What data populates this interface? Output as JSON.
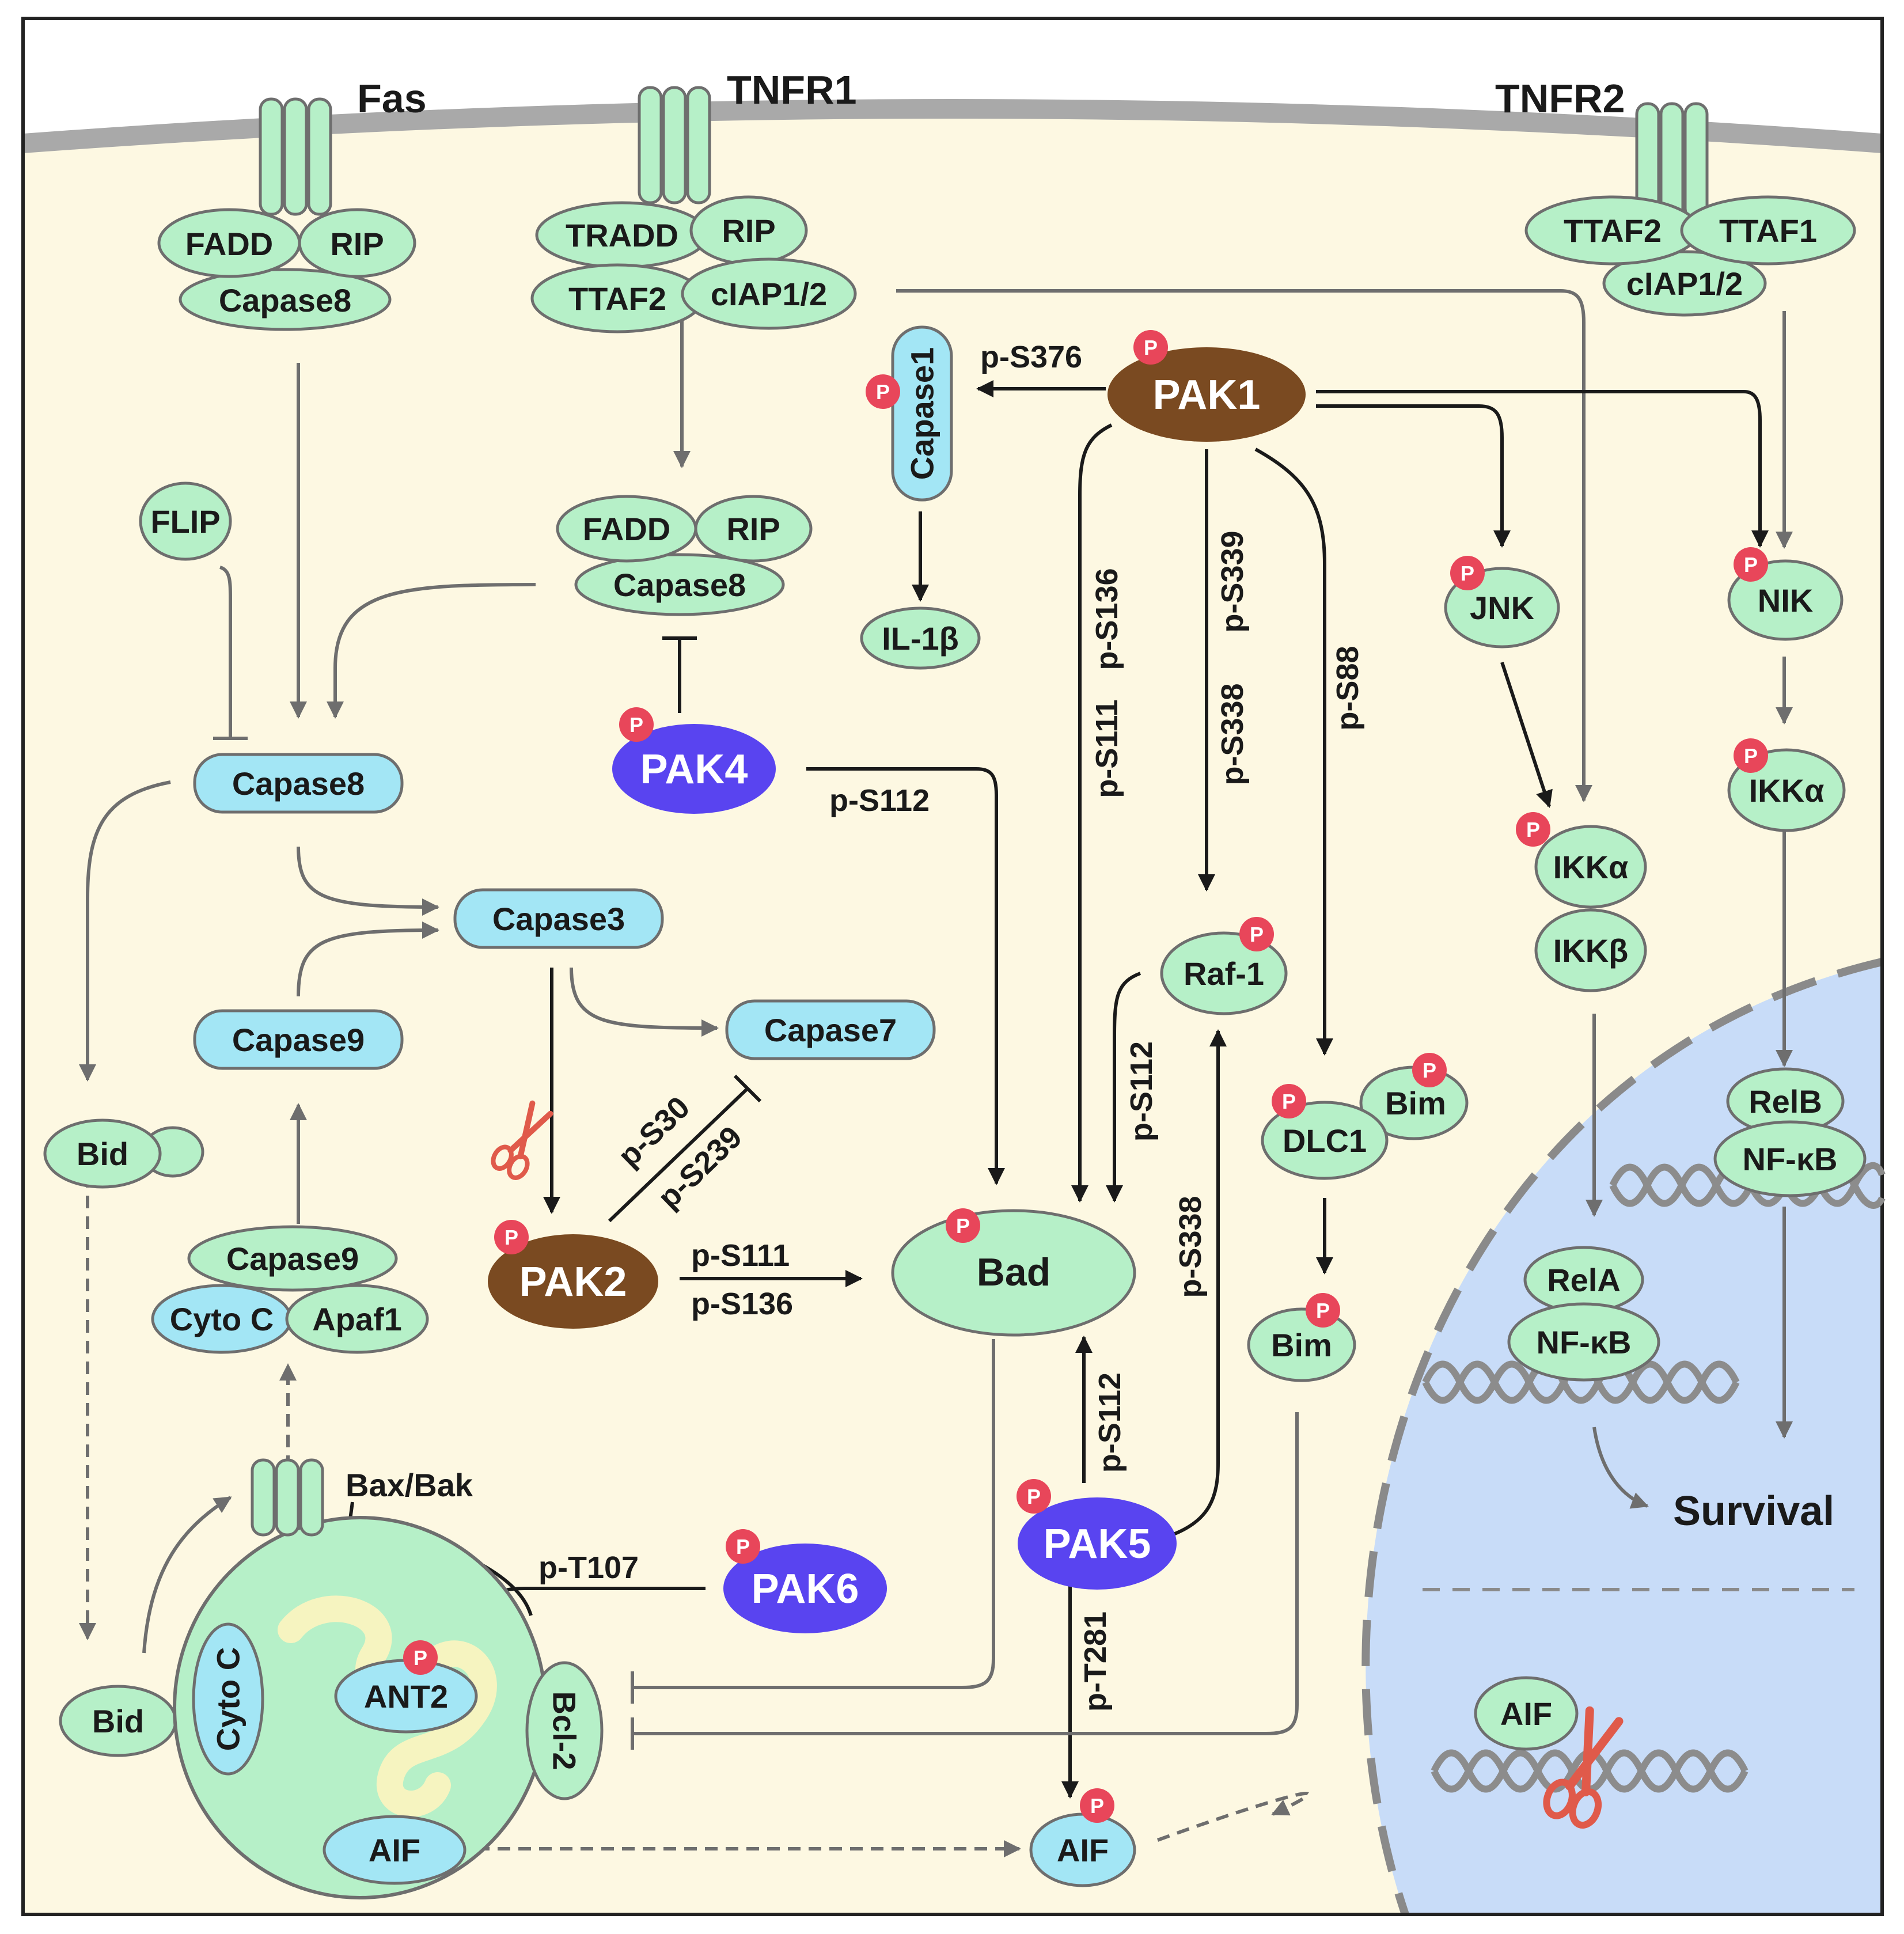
{
  "colors": {
    "cytoplasm": "#fdf8e2",
    "membrane": "#a9a9a9",
    "nucleus": "#c8dcf8",
    "green_protein": "#b6f0c8",
    "blue_protein": "#a3e6f5",
    "pak_brown": "#7a4a21",
    "pak_purple": "#5944f0",
    "phospho": "#e8465a"
  },
  "receptors": {
    "fas": "Fas",
    "tnfr1": "TNFR1",
    "tnfr2": "TNFR2"
  },
  "nodes": {
    "fas_fadd": "FADD",
    "fas_rip": "RIP",
    "fas_capase8": "Capase8",
    "tnfr1_tradd": "TRADD",
    "tnfr1_rip": "RIP",
    "tnfr1_ttaf2": "TTAF2",
    "tnfr1_ciap": "cIAP1/2",
    "tnfr2_ttaf2": "TTAF2",
    "tnfr2_ttaf1": "TTAF1",
    "tnfr2_ciap": "cIAP1/2",
    "flip": "FLIP",
    "mid_fadd": "FADD",
    "mid_rip": "RIP",
    "mid_capase8": "Capase8",
    "capase1": "Capase1",
    "il1b": "IL-1β",
    "capase8_active": "Capase8",
    "capase3": "Capase3",
    "capase7": "Capase7",
    "capase9": "Capase9",
    "bid_top": "Bid",
    "bid_bottom": "Bid",
    "apo_capase9": "Capase9",
    "apo_cytoc": "Cyto C",
    "apo_apaf1": "Apaf1",
    "bax_bak": "Bax/Bak",
    "mito_cytoc": "Cyto C",
    "ant2": "ANT2",
    "bcl2": "Bcl-2",
    "mito_aif": "AIF",
    "bad": "Bad",
    "raf1": "Raf-1",
    "dlc1": "DLC1",
    "bim_dlc": "Bim",
    "bim": "Bim",
    "jnk": "JNK",
    "ikka_left": "IKKα",
    "ikkb": "IKKβ",
    "nik": "NIK",
    "ikka_right": "IKKα",
    "relb": "RelB",
    "nfkb_right": "NF-κB",
    "rela": "RelA",
    "nfkb_left": "NF-κB",
    "survival": "Survival",
    "aif_cyto": "AIF",
    "aif_nucleus": "AIF"
  },
  "paks": {
    "pak1": "PAK1",
    "pak2": "PAK2",
    "pak4": "PAK4",
    "pak5": "PAK5",
    "pak6": "PAK6"
  },
  "phospho_mark": "P",
  "sites": {
    "s376": "p-S376",
    "pak4_s112": "p-S112",
    "s136": "p-S136",
    "s111": "p-S111",
    "s339": "p-S339",
    "s338": "p-S338",
    "s88": "p-S88",
    "raf_s112": "p-S112",
    "pak2_s30": "p-S30",
    "pak2_s239": "p-S239",
    "pak2_s111": "p-S111",
    "pak2_s136": "p-S136",
    "pak5_s338": "p-S338",
    "pak5_s112": "p-S112",
    "t281": "p-T281",
    "t107": "p-T107"
  }
}
